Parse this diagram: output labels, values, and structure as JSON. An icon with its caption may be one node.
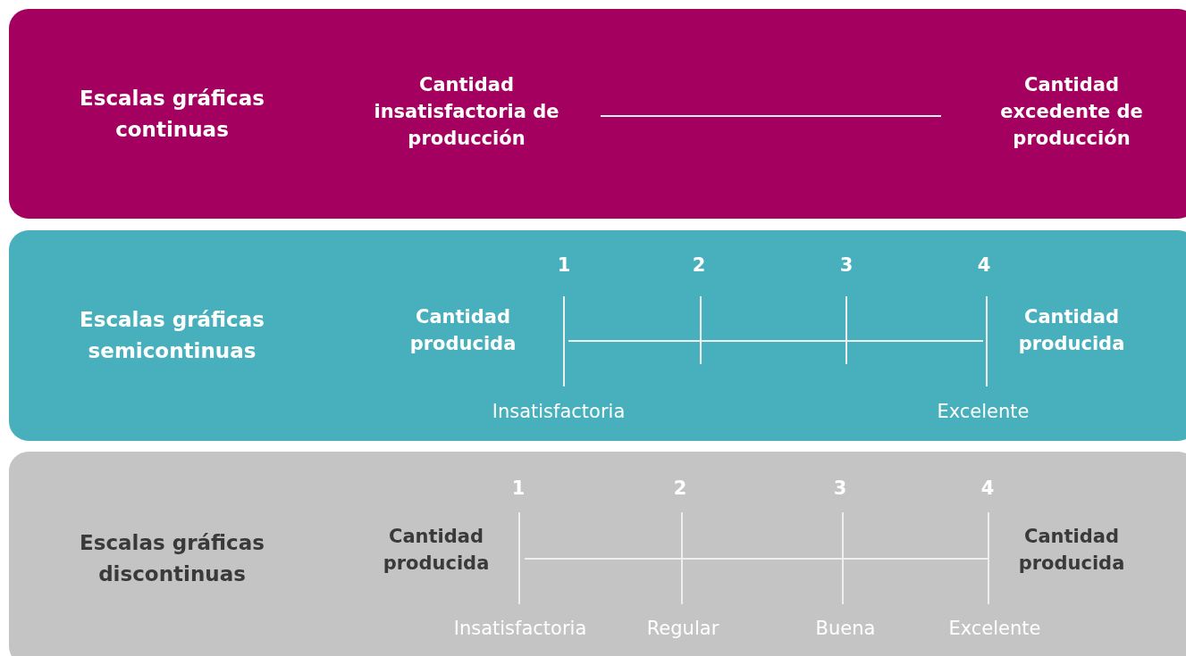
{
  "diagram": {
    "nodes": [
      {
        "text": [
          "Escalas gráficas continuas"
        ]
      },
      {
        "text": [
          "Escalas gráficas semicontinuas"
        ]
      },
      {
        "text": [
          "Escalas gráficas discontinuas"
        ]
      }
    ],
    "labels": [
      "Cantidad insatisfactoria de producción",
      "Cantidad excedente de producción",
      "1",
      "2",
      "3",
      "4",
      "Cantidad producida",
      "Cantidad producida",
      "Insatisfactoria",
      "Excelente",
      "1",
      "2",
      "3",
      "4",
      "Cantidad producida",
      "Cantidad producida",
      "Insatisfactoria",
      "Regular",
      "Buena",
      "Excelente"
    ]
  }
}
